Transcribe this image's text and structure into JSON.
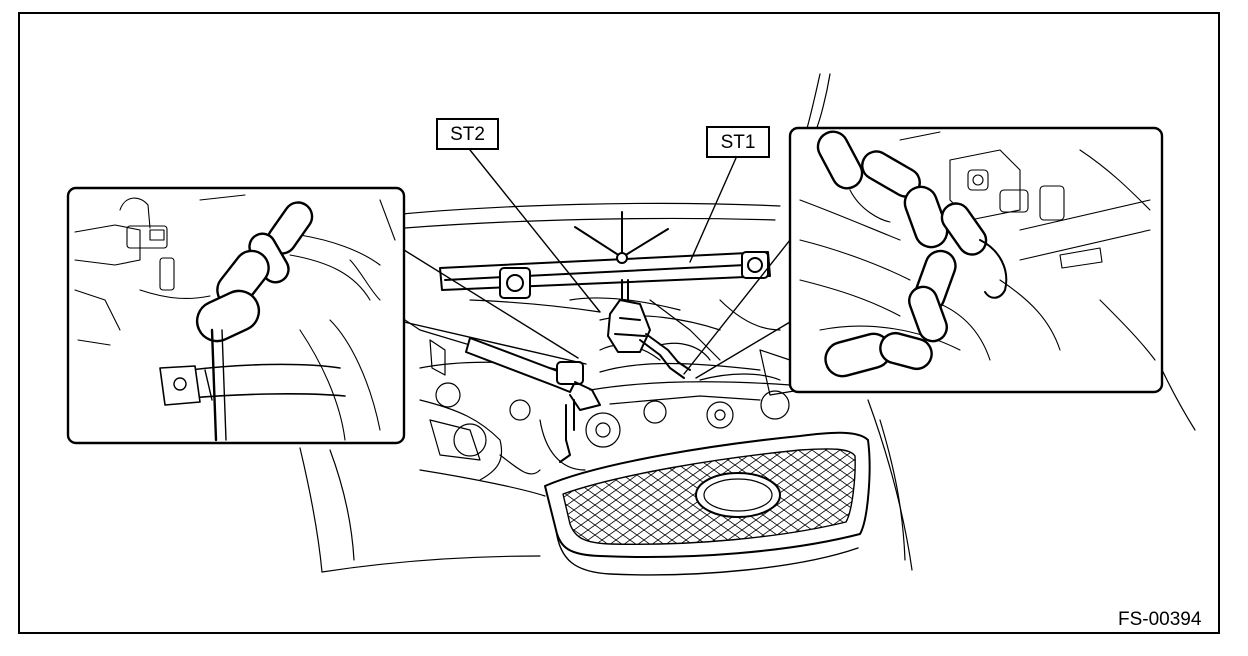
{
  "labels": {
    "st1": "ST1",
    "st2": "ST2"
  },
  "figure_code": "FS-00394",
  "colors": {
    "line": "#000000",
    "background": "#ffffff"
  }
}
